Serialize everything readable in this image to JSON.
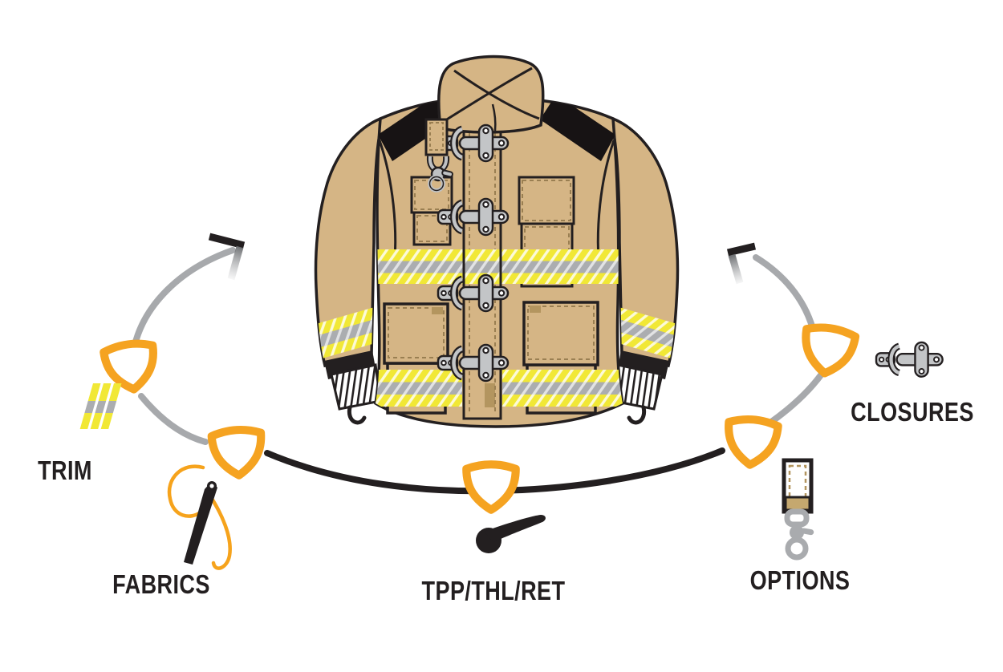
{
  "diagram": {
    "illustration": "firefighter-turnout-jacket",
    "nodes": [
      {
        "id": "trim",
        "label": "TRIM",
        "icon": "trim-stripes-icon"
      },
      {
        "id": "fabrics",
        "label": "FABRICS",
        "icon": "needle-thread-icon"
      },
      {
        "id": "tpp-thl-ret",
        "label": "TPP/THL/RET",
        "icon": "thermometer-icon"
      },
      {
        "id": "options",
        "label": "OPTIONS",
        "icon": "strap-snap-hook-icon"
      },
      {
        "id": "closures",
        "label": "CLOSURES",
        "icon": "metal-clasp-icon"
      }
    ],
    "colors": {
      "accent_orange": "#F5A321",
      "jacket_tan": "#D5B585",
      "trim_yellow": "#F1E836",
      "trim_gray": "#ABADB0",
      "arc_gray": "#A7A9AC",
      "line_black": "#231F20"
    }
  }
}
